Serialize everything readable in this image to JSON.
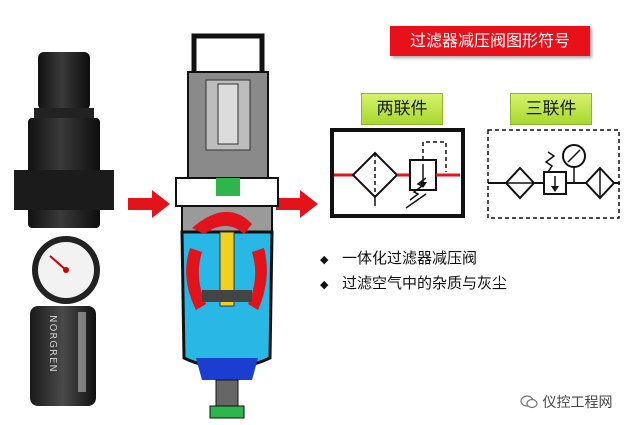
{
  "title": "过滤器减压阀图形符号",
  "labels": {
    "two_unit": "两联件",
    "three_unit": "三联件"
  },
  "bullets": [
    "一体化过滤器减压阀",
    "过滤空气中的杂质与灰尘"
  ],
  "bullet_glyph": "◆",
  "product_brand": "NORGREN",
  "watermark": "仪控工程网",
  "colors": {
    "title_bg": "#e8111a",
    "arrow": "#e3131b",
    "tag_bg": "#b9e44a",
    "water": "#29b7e6"
  }
}
